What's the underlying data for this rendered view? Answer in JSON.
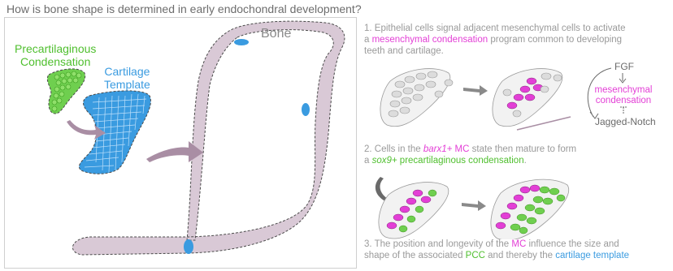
{
  "title": "How is bone shape is determined in early endochondral development?",
  "labels": {
    "pcc": [
      "Precartilaginous",
      "Condensation"
    ],
    "cartilage": [
      "Cartilage",
      "Template"
    ],
    "bone": "Bone"
  },
  "steps": {
    "s1": {
      "a": "1. Epithelial cells signal adjacent mesenchymal cells to activate",
      "b_pre": "a ",
      "b_hl": "mesenchymal condensation",
      "b_post": " program common to developing",
      "c": "teeth and cartilage."
    },
    "s2": {
      "a_pre": "2. Cells in the ",
      "a_it": "barx1+",
      "a_mc": " MC",
      "a_post": " state then mature to form",
      "b_pre": "a ",
      "b_it": "sox9+",
      "b_hl": " precartilaginous condensation",
      "b_post": "."
    },
    "s3": {
      "a_pre": "3. The position and longevity of the ",
      "a_mc": "MC",
      "a_post": " influence the size and",
      "b_pre": "shape of the associated ",
      "b_pcc": "PCC",
      "b_mid": " and thereby the ",
      "b_ct": "cartilage template"
    }
  },
  "regulation": {
    "fgf": "FGF",
    "mc": [
      "mesenchymal",
      "condensation"
    ],
    "jagged": "Jagged-Notch"
  },
  "colors": {
    "magenta": "#e33fd6",
    "green": "#4fbf2e",
    "blue": "#3a9be0",
    "bone_fill": "#d9c9d6",
    "arrow": "#a98ea4",
    "text_gray": "#9a9a9a"
  }
}
